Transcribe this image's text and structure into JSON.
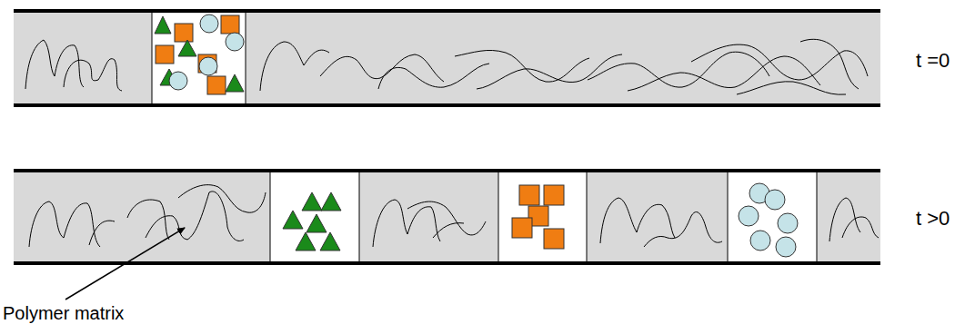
{
  "diagram": {
    "labels": [
      "t =0",
      "t >0",
      "Polymer matrix"
    ]
  }
}
